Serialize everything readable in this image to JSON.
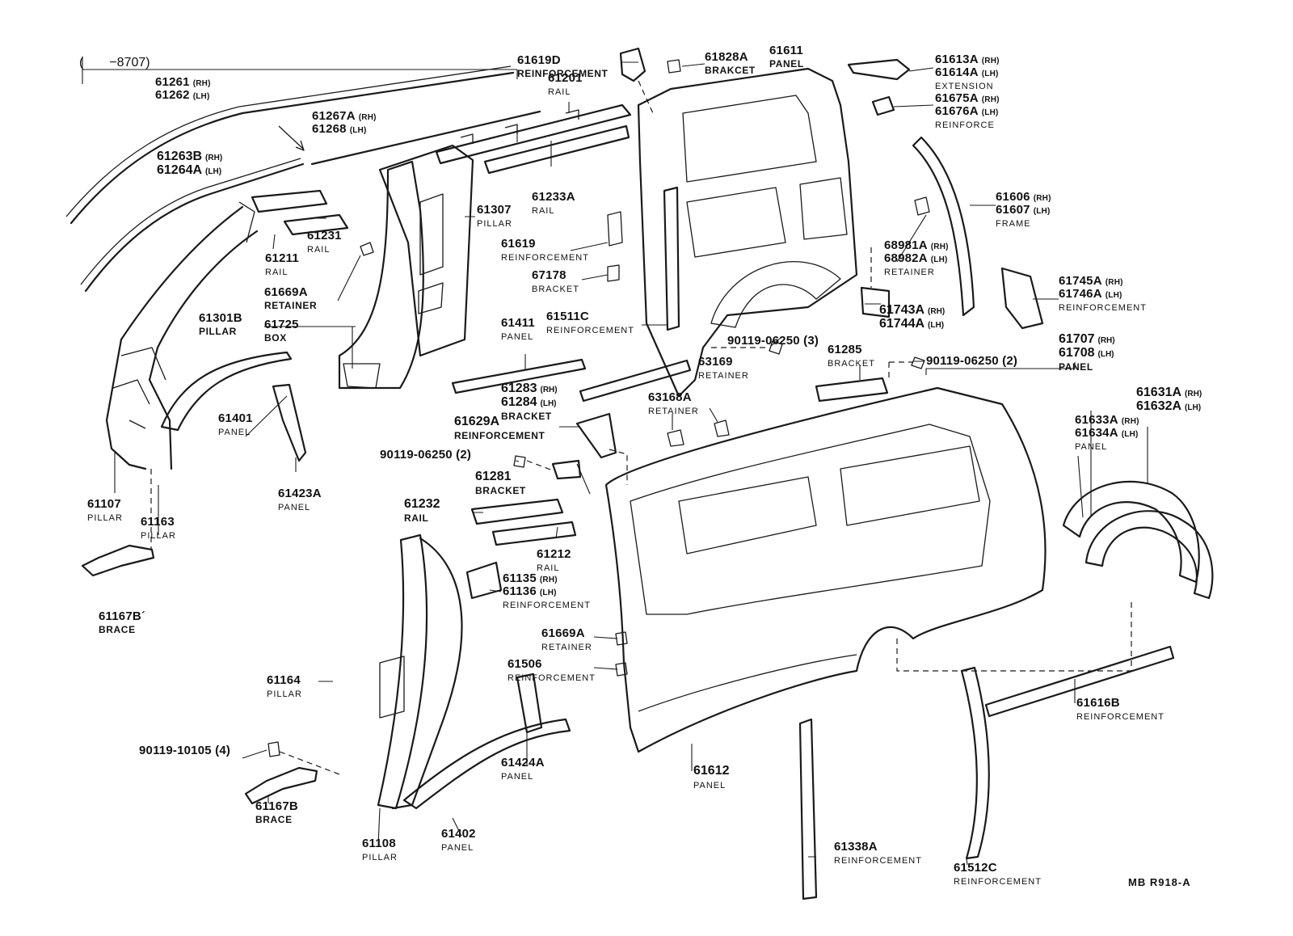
{
  "range_note": "(　　−8707)",
  "drawing_code": "MB  R918-A",
  "callouts": [
    {
      "id": "c61619D",
      "lines": [
        {
          "t": "61619D",
          "c": "pn"
        },
        {
          "t": "REINFORCEMENT",
          "c": "nmb"
        }
      ]
    },
    {
      "id": "c61828A",
      "lines": [
        {
          "t": "61828A",
          "c": "pn"
        },
        {
          "t": "BRAKCET",
          "c": "nmb"
        }
      ]
    },
    {
      "id": "c61611",
      "lines": [
        {
          "t": "61611",
          "c": "pn"
        },
        {
          "t": "PANEL",
          "c": "nmb"
        }
      ]
    },
    {
      "id": "c61613A",
      "lines": [
        {
          "t": "61613A",
          "c": "pn",
          "s": "(RH)"
        },
        {
          "t": "61614A",
          "c": "pn",
          "s": "(LH)"
        },
        {
          "t": "EXTENSION",
          "c": "nm"
        }
      ]
    },
    {
      "id": "c61675A",
      "lines": [
        {
          "t": "61675A",
          "c": "pn",
          "s": "(RH)"
        },
        {
          "t": "61676A",
          "c": "pn",
          "s": "(LH)"
        },
        {
          "t": "REINFORCE",
          "c": "nm"
        }
      ]
    },
    {
      "id": "c61261",
      "lines": [
        {
          "t": "61261",
          "c": "pn",
          "s": "(RH)"
        },
        {
          "t": "61262",
          "c": "pn",
          "s": "(LH)"
        }
      ]
    },
    {
      "id": "c61201",
      "lines": [
        {
          "t": "61201",
          "c": "pn"
        },
        {
          "t": "RAIL",
          "c": "nm"
        }
      ]
    },
    {
      "id": "c61267A",
      "lines": [
        {
          "t": "61267A",
          "c": "pn",
          "s": "(RH)"
        },
        {
          "t": "61268",
          "c": "pn",
          "s": "(LH)"
        }
      ]
    },
    {
      "id": "c61263B",
      "lines": [
        {
          "t": "61263B",
          "c": "pnb",
          "s": "(RH)"
        },
        {
          "t": "61264A",
          "c": "pnb",
          "s": "(LH)"
        }
      ]
    },
    {
      "id": "c61233A",
      "lines": [
        {
          "t": "61233A",
          "c": "pn"
        },
        {
          "t": "RAIL",
          "c": "nm"
        }
      ]
    },
    {
      "id": "c61307",
      "lines": [
        {
          "t": "61307",
          "c": "pn"
        },
        {
          "t": "PILLAR",
          "c": "nm"
        }
      ]
    },
    {
      "id": "c61606",
      "lines": [
        {
          "t": "61606",
          "c": "pn",
          "s": "(RH)"
        },
        {
          "t": "61607",
          "c": "pn",
          "s": "(LH)"
        },
        {
          "t": "FRAME",
          "c": "nm"
        }
      ]
    },
    {
      "id": "c61231",
      "lines": [
        {
          "t": "61231",
          "c": "pn"
        },
        {
          "t": "RAIL",
          "c": "nm"
        }
      ]
    },
    {
      "id": "c61211",
      "lines": [
        {
          "t": "61211",
          "c": "pn"
        },
        {
          "t": "RAIL",
          "c": "nm"
        }
      ]
    },
    {
      "id": "c61619",
      "lines": [
        {
          "t": "61619",
          "c": "pn"
        },
        {
          "t": "REINFORCEMENT",
          "c": "nm"
        }
      ]
    },
    {
      "id": "c68981A",
      "lines": [
        {
          "t": "68981A",
          "c": "pn",
          "s": "(RH)"
        },
        {
          "t": "68982A",
          "c": "pn",
          "s": "(LH)"
        },
        {
          "t": "RETAINER",
          "c": "nm"
        }
      ]
    },
    {
      "id": "c67178",
      "lines": [
        {
          "t": "67178",
          "c": "pn"
        },
        {
          "t": "BRACKET",
          "c": "nm"
        }
      ]
    },
    {
      "id": "c61745A",
      "lines": [
        {
          "t": "61745A",
          "c": "pn",
          "s": "(RH)"
        },
        {
          "t": "61746A",
          "c": "pn",
          "s": "(LH)"
        },
        {
          "t": "REINFORCEMENT",
          "c": "nm"
        }
      ]
    },
    {
      "id": "c61669A_top",
      "lines": [
        {
          "t": "61669A",
          "c": "pn"
        },
        {
          "t": "RETAINER",
          "c": "nmb"
        }
      ]
    },
    {
      "id": "c61301B",
      "lines": [
        {
          "t": "61301B",
          "c": "pn"
        },
        {
          "t": "PILLAR",
          "c": "nmb"
        }
      ]
    },
    {
      "id": "c61725",
      "lines": [
        {
          "t": "61725",
          "c": "pn"
        },
        {
          "t": "BOX",
          "c": "nmb"
        }
      ]
    },
    {
      "id": "c61511C",
      "lines": [
        {
          "t": "61511C",
          "c": "pn"
        },
        {
          "t": "REINFORCEMENT",
          "c": "nm"
        }
      ]
    },
    {
      "id": "c61743A",
      "lines": [
        {
          "t": "61743A",
          "c": "pnb",
          "s": "(RH)"
        },
        {
          "t": "61744A",
          "c": "pnb",
          "s": "(LH)"
        }
      ]
    },
    {
      "id": "c61411",
      "lines": [
        {
          "t": "61411",
          "c": "pn"
        },
        {
          "t": "PANEL",
          "c": "nm"
        }
      ]
    },
    {
      "id": "c90119_3",
      "lines": [
        {
          "t": "90119-06250 (3)",
          "c": "pn"
        }
      ]
    },
    {
      "id": "c61285",
      "lines": [
        {
          "t": "61285",
          "c": "pn"
        },
        {
          "t": "BRACKET",
          "c": "nm"
        }
      ]
    },
    {
      "id": "c90119_2b",
      "lines": [
        {
          "t": "90119-06250 (2)",
          "c": "pn"
        }
      ]
    },
    {
      "id": "c61707",
      "lines": [
        {
          "t": "61707",
          "c": "pnb",
          "s": "(RH)"
        },
        {
          "t": "61708",
          "c": "pnb",
          "s": "(LH)"
        },
        {
          "t": "PANEL",
          "c": "nmb"
        }
      ]
    },
    {
      "id": "c61283",
      "lines": [
        {
          "t": "61283",
          "c": "pnb",
          "s": "(RH)"
        },
        {
          "t": "61284",
          "c": "pnb",
          "s": "(LH)"
        },
        {
          "t": "BRACKET",
          "c": "nmb"
        }
      ]
    },
    {
      "id": "c63169",
      "lines": [
        {
          "t": "63169",
          "c": "pn"
        },
        {
          "t": "RETAINER",
          "c": "nm"
        }
      ]
    },
    {
      "id": "c63168A",
      "lines": [
        {
          "t": "63168A",
          "c": "pn"
        },
        {
          "t": "RETAINER",
          "c": "nm"
        }
      ]
    },
    {
      "id": "c61631A",
      "lines": [
        {
          "t": "61631A",
          "c": "pnb",
          "s": "(RH)"
        },
        {
          "t": "61632A",
          "c": "pnb",
          "s": "(LH)"
        }
      ]
    },
    {
      "id": "c61401",
      "lines": [
        {
          "t": "61401",
          "c": "pn"
        },
        {
          "t": "PANEL",
          "c": "nm"
        }
      ]
    },
    {
      "id": "c61629A",
      "lines": [
        {
          "t": "61629A",
          "c": "pnb"
        },
        {
          "t": "REINFORCEMENT",
          "c": "nmb"
        }
      ]
    },
    {
      "id": "c61633A",
      "lines": [
        {
          "t": "61633A",
          "c": "pn",
          "s": "(RH)"
        },
        {
          "t": "61634A",
          "c": "pn",
          "s": "(LH)"
        },
        {
          "t": "PANEL",
          "c": "nm"
        }
      ]
    },
    {
      "id": "c90119_2a",
      "lines": [
        {
          "t": "90119-06250 (2)",
          "c": "pn"
        }
      ]
    },
    {
      "id": "c61281",
      "lines": [
        {
          "t": "61281",
          "c": "pnb"
        },
        {
          "t": "BRACKET",
          "c": "nmb"
        }
      ]
    },
    {
      "id": "c61107",
      "lines": [
        {
          "t": "61107",
          "c": "pn"
        },
        {
          "t": "PILLAR",
          "c": "nm"
        }
      ]
    },
    {
      "id": "c61423A",
      "lines": [
        {
          "t": "61423A",
          "c": "pn"
        },
        {
          "t": "PANEL",
          "c": "nm"
        }
      ]
    },
    {
      "id": "c61232",
      "lines": [
        {
          "t": "61232",
          "c": "pnb"
        },
        {
          "t": "RAIL",
          "c": "nmb"
        }
      ]
    },
    {
      "id": "c61163",
      "lines": [
        {
          "t": "61163",
          "c": "pn"
        },
        {
          "t": "PILLAR",
          "c": "nm"
        }
      ]
    },
    {
      "id": "c61212",
      "lines": [
        {
          "t": "61212",
          "c": "pn"
        },
        {
          "t": "RAIL",
          "c": "nm"
        }
      ]
    },
    {
      "id": "c61135",
      "lines": [
        {
          "t": "61135",
          "c": "pn",
          "s": "(RH)"
        },
        {
          "t": "61136",
          "c": "pn",
          "s": "(LH)"
        },
        {
          "t": "REINFORCEMENT",
          "c": "nm"
        }
      ]
    },
    {
      "id": "c61167B_top",
      "lines": [
        {
          "t": "61167B´",
          "c": "pn"
        },
        {
          "t": "BRACE",
          "c": "nmb"
        }
      ]
    },
    {
      "id": "c61669A_mid",
      "lines": [
        {
          "t": "61669A",
          "c": "pn"
        },
        {
          "t": "RETAINER",
          "c": "nm"
        }
      ]
    },
    {
      "id": "c61506",
      "lines": [
        {
          "t": "61506",
          "c": "pn"
        },
        {
          "t": "REINFORCEMENT",
          "c": "nm"
        }
      ]
    },
    {
      "id": "c61164",
      "lines": [
        {
          "t": "61164",
          "c": "pn"
        },
        {
          "t": "PILLAR",
          "c": "nm"
        }
      ]
    },
    {
      "id": "c61616B",
      "lines": [
        {
          "t": "61616B",
          "c": "pn"
        },
        {
          "t": "REINFORCEMENT",
          "c": "nm"
        }
      ]
    },
    {
      "id": "c90119_10105",
      "lines": [
        {
          "t": "90119-10105 (4)",
          "c": "pn"
        }
      ]
    },
    {
      "id": "c61424A",
      "lines": [
        {
          "t": "61424A",
          "c": "pn"
        },
        {
          "t": "PANEL",
          "c": "nm"
        }
      ]
    },
    {
      "id": "c61612",
      "lines": [
        {
          "t": "61612",
          "c": "pnb"
        },
        {
          "t": "PANEL",
          "c": "nm"
        }
      ]
    },
    {
      "id": "c61167B_bot",
      "lines": [
        {
          "t": "61167B",
          "c": "pn"
        },
        {
          "t": "BRACE",
          "c": "nmb"
        }
      ]
    },
    {
      "id": "c61402",
      "lines": [
        {
          "t": "61402",
          "c": "pn"
        },
        {
          "t": "PANEL",
          "c": "nm"
        }
      ]
    },
    {
      "id": "c61338A",
      "lines": [
        {
          "t": "61338A",
          "c": "pn"
        },
        {
          "t": "REINFORCEMENT",
          "c": "nm"
        }
      ]
    },
    {
      "id": "c61108",
      "lines": [
        {
          "t": "61108",
          "c": "pn"
        },
        {
          "t": "PILLAR",
          "c": "nm"
        }
      ]
    },
    {
      "id": "c61512C",
      "lines": [
        {
          "t": "61512C",
          "c": "pn"
        },
        {
          "t": "REINFORCEMENT",
          "c": "nm"
        }
      ]
    }
  ]
}
